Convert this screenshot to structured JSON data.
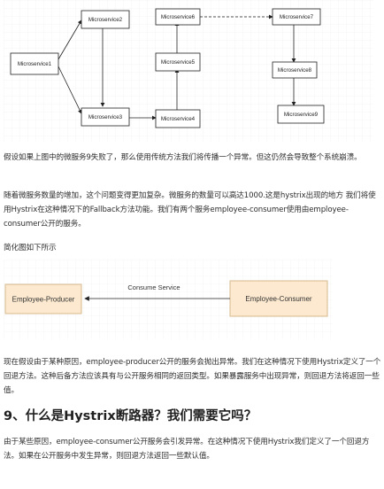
{
  "diagram1": {
    "nodes": [
      {
        "id": "ms1",
        "label": "Microservice1"
      },
      {
        "id": "ms2",
        "label": "Microservice2"
      },
      {
        "id": "ms3",
        "label": "Microservice3"
      },
      {
        "id": "ms4",
        "label": "Microservice4"
      },
      {
        "id": "ms5",
        "label": "Microservice5"
      },
      {
        "id": "ms6",
        "label": "Microservice6"
      },
      {
        "id": "ms7",
        "label": "Microservice7"
      },
      {
        "id": "ms8",
        "label": "Microservice8"
      },
      {
        "id": "ms9",
        "label": "Microservice9"
      }
    ]
  },
  "para1": "假设如果上图中的微服务9失败了，那么使用传统方法我们将传播一个异常。但这仍然会导致整个系统崩溃。",
  "para2": "随着微服务数量的增加，这个问题变得更加复杂。微服务的数量可以高达1000.这是hystrix出现的地方 我们将使用Hystrix在这种情况下的Fallback方法功能。我们有两个服务employee-consumer使用由employee-consumer公开的服务。",
  "para3": "简化图如下所示",
  "diagram2": {
    "producer": "Employee-Producer",
    "consumer": "Employee-Consumer",
    "edge_label": "Consume Service"
  },
  "para4": "现在假设由于某种原因，employee-producer公开的服务会抛出异常。我们在这种情况下使用Hystrix定义了一个回退方法。这种后备方法应该具有与公开服务相同的返回类型。如果暴露服务中出现异常，则回退方法将返回一些值。",
  "heading": "9、什么是Hystrix断路器？我们需要它吗？",
  "para5": "由于某些原因，employee-consumer公开服务会引发异常。在这种情况下使用Hystrix我们定义了一个回退方法。如果在公开服务中发生异常，则回退方法返回一些默认值。"
}
